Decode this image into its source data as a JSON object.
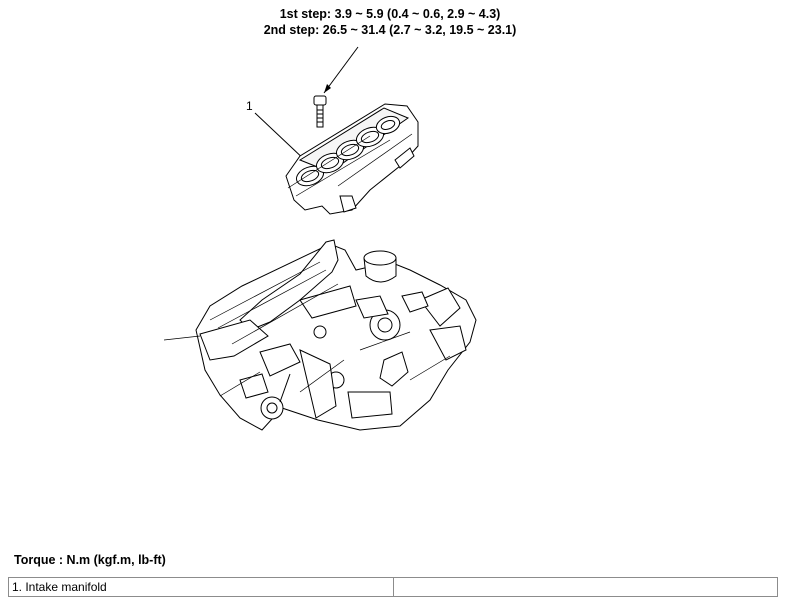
{
  "torque_spec": {
    "step1": "1st step: 3.9 ~ 5.9 (0.4 ~ 0.6, 2.9 ~ 4.3)",
    "step2": "2nd step: 26.5 ~ 31.4 (2.7 ~ 3.2, 19.5 ~ 23.1)"
  },
  "callout": {
    "number": "1"
  },
  "torque_units": "Torque : N.m (kgf.m, lb-ft)",
  "legend": {
    "rows": [
      {
        "item": "1. Intake manifold",
        "blank": ""
      }
    ]
  }
}
